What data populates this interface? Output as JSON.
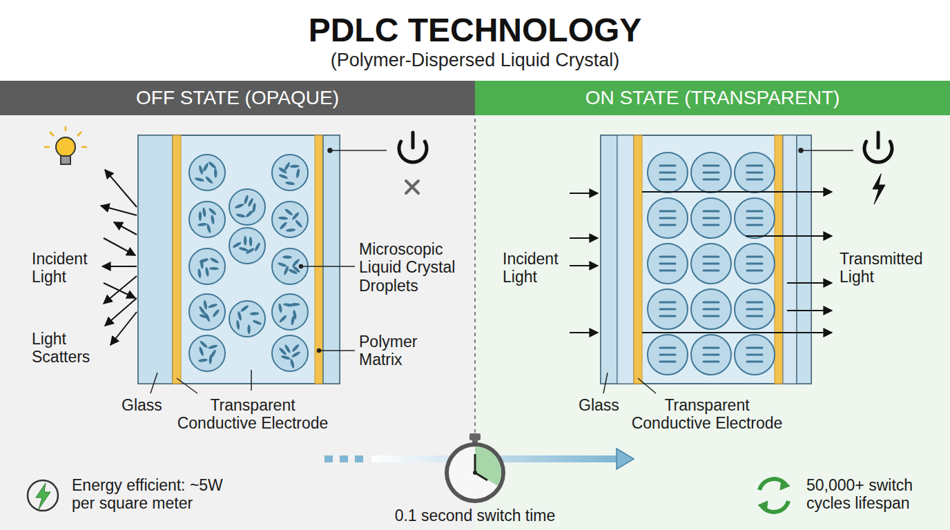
{
  "diagram": {
    "title": "PDLC TECHNOLOGY",
    "nodes": [
      {
        "text": [
          "OFF STATE (OPAQUE)"
        ]
      },
      {
        "text": [
          "ON STATE (TRANSPARENT)"
        ]
      }
    ],
    "labels": [
      "(Polymer-Dispersed Liquid Crystal)",
      "Incident Light",
      "Light Scatters",
      "Glass",
      "Transparent Conductive Electrode",
      "Microscopic Liquid Crystal Droplets",
      "Polymer Matrix",
      "Incident Light",
      "Transmitted Light",
      "Glass",
      "Transparent Conductive Electrode",
      "Energy efficient: ~5W per square meter",
      "0.1 second switch time",
      "50,000+ switch cycles lifespan"
    ]
  }
}
